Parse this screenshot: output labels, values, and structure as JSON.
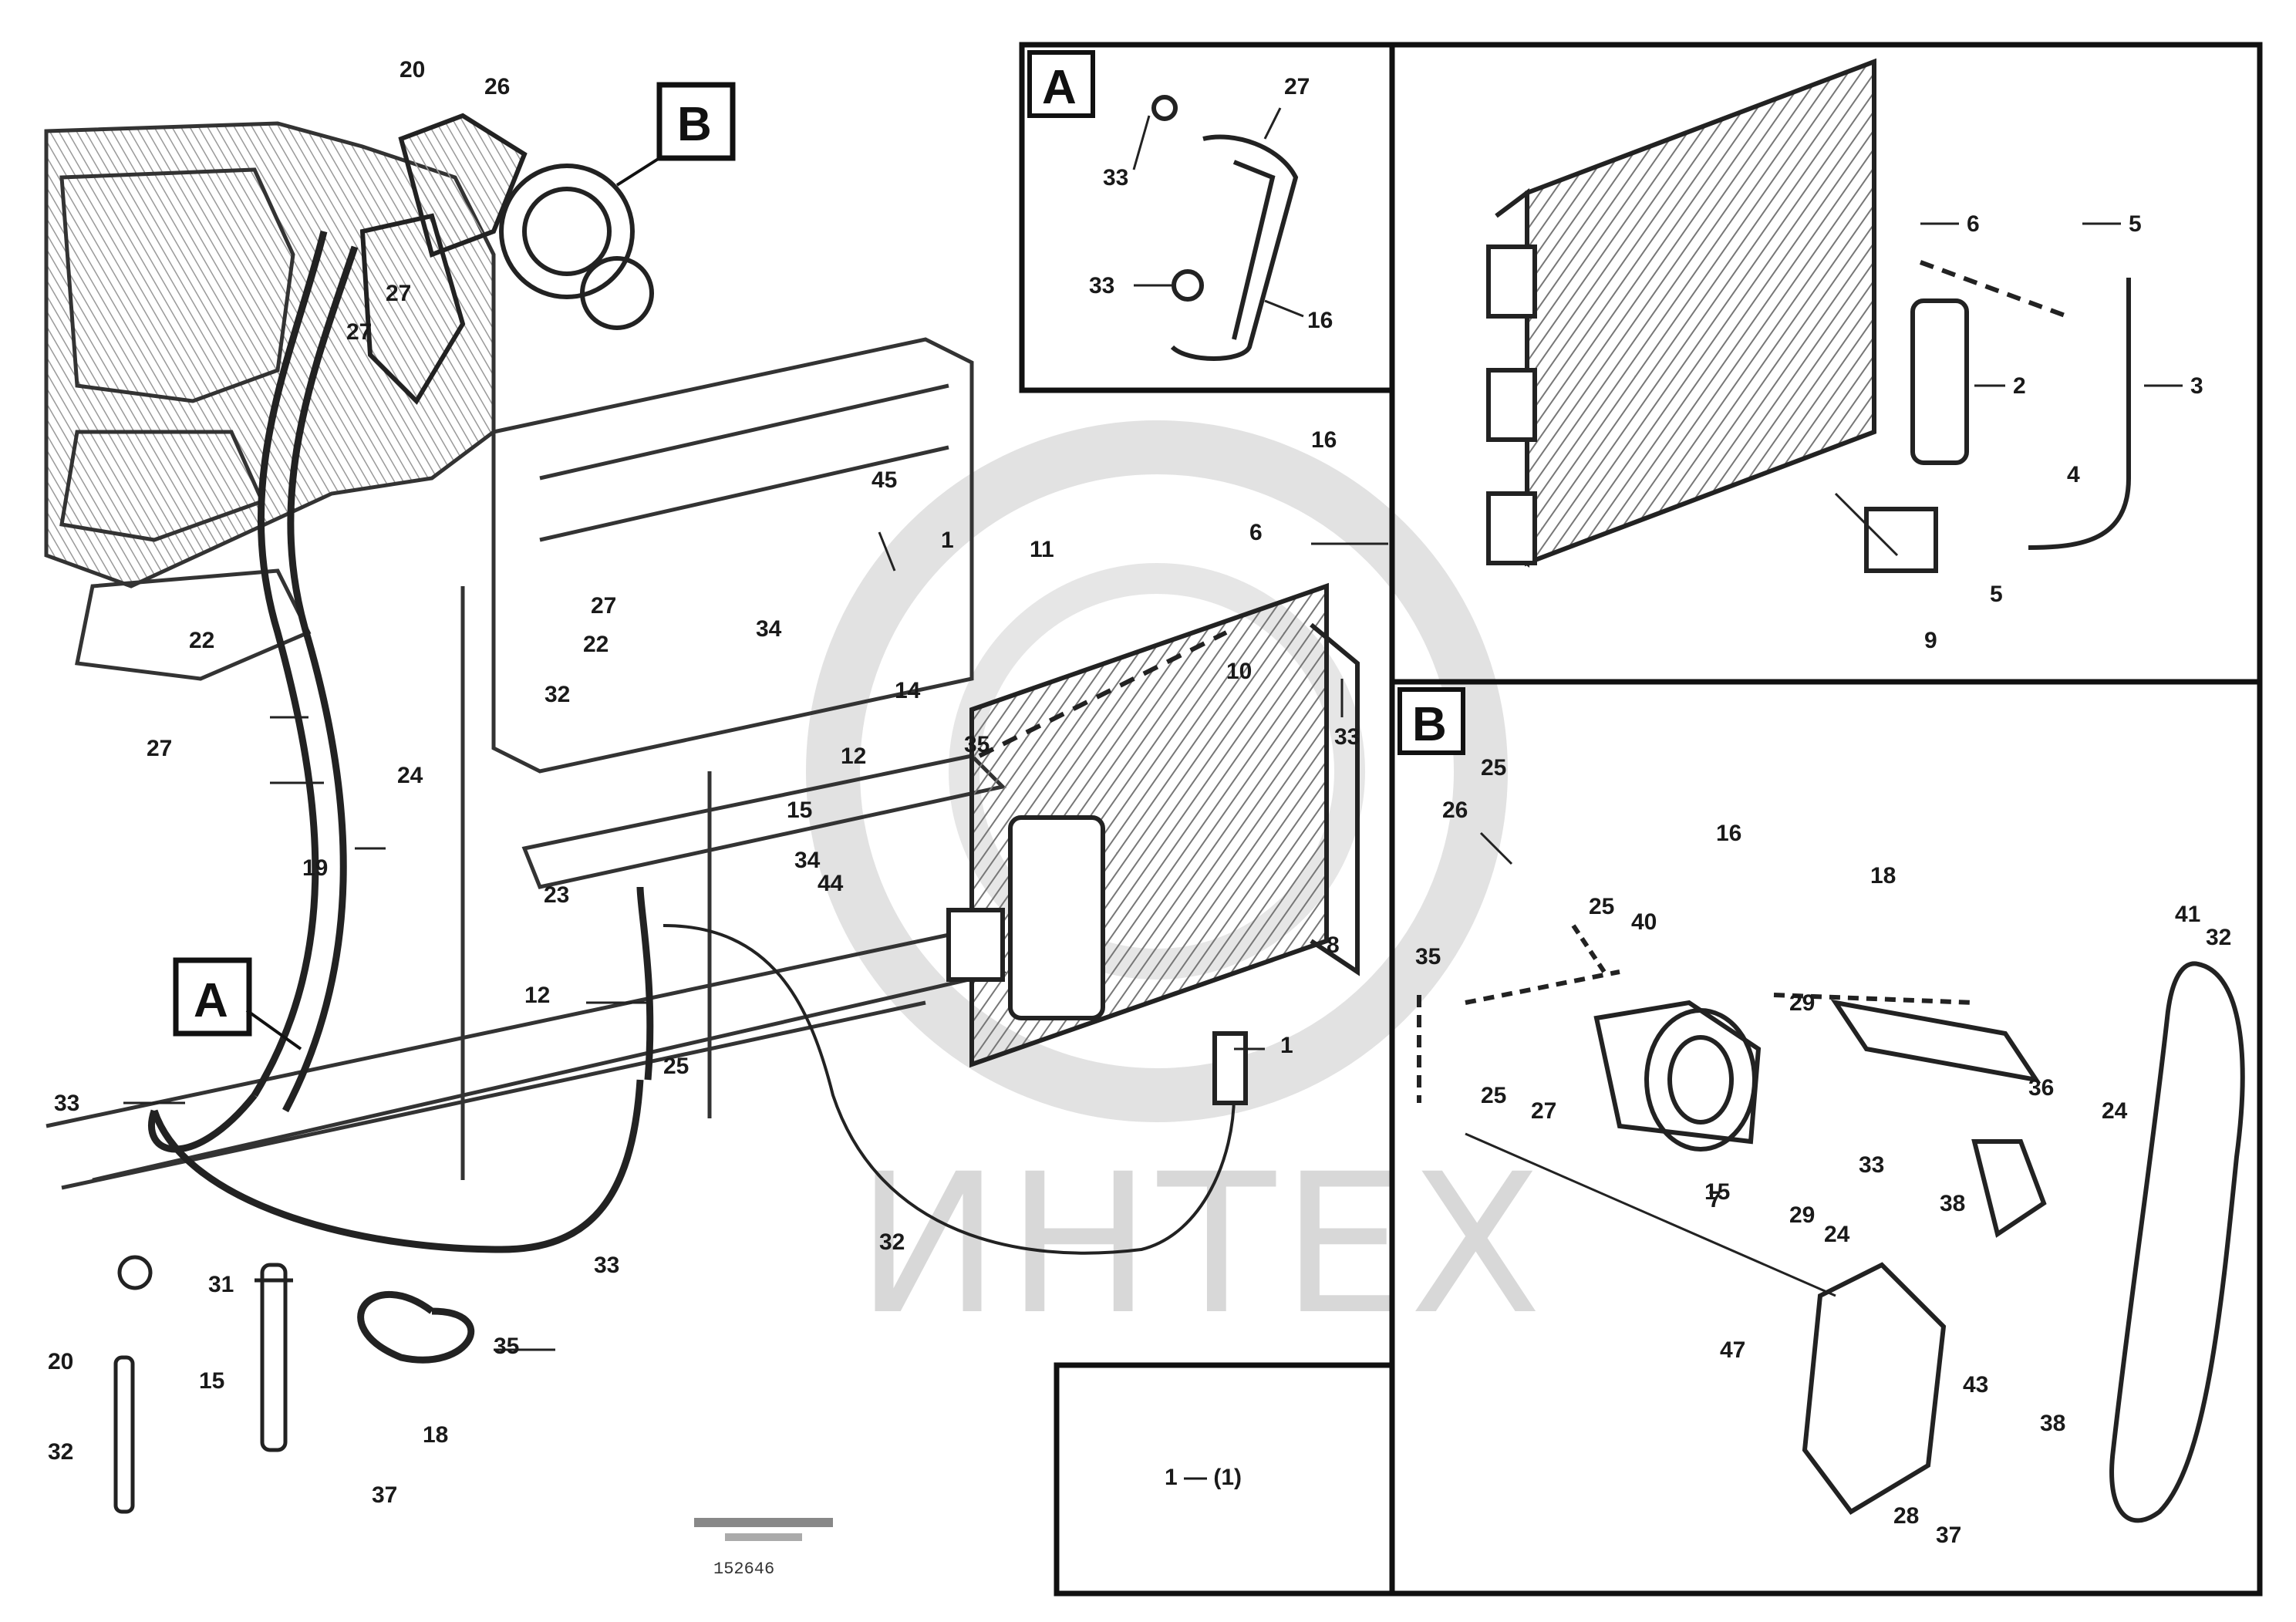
{
  "watermark": {
    "text": "ИНТЕХ"
  },
  "callouts": {
    "view_a": "A",
    "view_b": "B"
  },
  "footer": {
    "ref": "152646"
  },
  "legend": {
    "text": "1 — (1)"
  },
  "labels": {
    "l1": "20",
    "l2": "26",
    "l3": "27",
    "l4": "27",
    "l5": "22",
    "l6": "27",
    "l7": "24",
    "l8": "19",
    "l9": "33",
    "l10": "31",
    "l11": "15",
    "l12": "20",
    "l13": "32",
    "l14": "35",
    "l15": "18",
    "l16": "37",
    "l17": "33",
    "l18": "12",
    "l19": "25",
    "l20": "32",
    "l21": "23",
    "l22": "27",
    "l23": "22",
    "l24": "34",
    "l25": "45",
    "l26": "34",
    "l27": "44",
    "l28": "1",
    "l29": "11",
    "l30": "14",
    "l31": "12",
    "l32": "15",
    "l33": "35",
    "l34": "6",
    "l35": "33",
    "l36": "8",
    "l37": "1",
    "l38": "10",
    "l39": "16",
    "l40": "32",
    "a1": "33",
    "a2": "27",
    "a3": "33",
    "a4": "16",
    "c1": "6",
    "c2": "5",
    "c3": "2",
    "c4": "3",
    "c5": "4",
    "c6": "5",
    "c7": "9",
    "b1": "25",
    "b2": "26",
    "b3": "16",
    "b4": "18",
    "b5": "41",
    "b6": "35",
    "b7": "25",
    "b8": "40",
    "b9": "29",
    "b10": "15",
    "b11": "25",
    "b12": "27",
    "b13": "7",
    "b14": "36",
    "b15": "24",
    "b16": "32",
    "b17": "29",
    "b18": "24",
    "b19": "33",
    "b20": "38",
    "b21": "47",
    "b22": "43",
    "b23": "38",
    "b24": "28",
    "b25": "37"
  }
}
